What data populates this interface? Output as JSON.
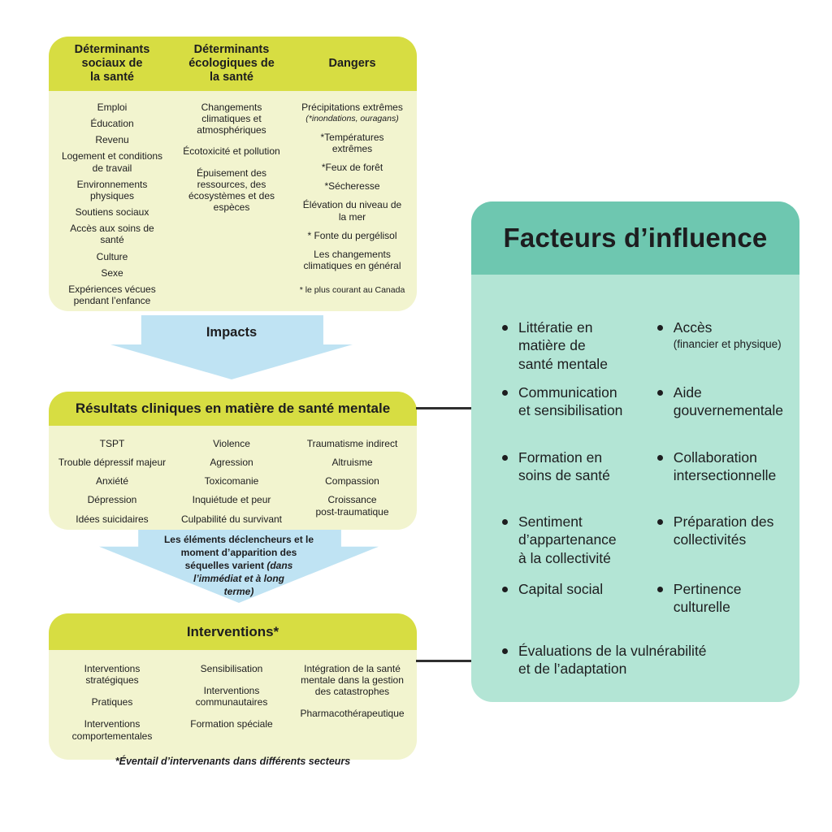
{
  "colors": {
    "chartreuse": "#d7dd42",
    "pale_yellow": "#f2f4cf",
    "light_blue": "#bfe3f3",
    "teal": "#6ec7b0",
    "light_teal": "#b3e5d5",
    "text": "#1d1d1f",
    "connector": "#2f2f2f"
  },
  "determinants": {
    "columns": [
      {
        "header": "Déterminants\nsociaux de\nla santé",
        "items": [
          {
            "text": "Emploi"
          },
          {
            "text": "Éducation"
          },
          {
            "text": "Revenu"
          },
          {
            "text": "Logement et conditions\nde travail"
          },
          {
            "text": "Environnements\nphysiques"
          },
          {
            "text": "Soutiens sociaux"
          },
          {
            "text": "Accès aux soins de\nsanté"
          },
          {
            "text": "Culture"
          },
          {
            "text": "Sexe"
          },
          {
            "text": "Expériences vécues\npendant l’enfance"
          }
        ]
      },
      {
        "header": "Déterminants\nécologiques de\nla santé",
        "items": [
          {
            "text": "Changements\nclimatiques et\natmosphériques"
          },
          {
            "text": "Écotoxicité et pollution"
          },
          {
            "text": "Épuisement des\nressources, des\nécosystèmes et des\nespèces"
          }
        ]
      },
      {
        "header": "Dangers",
        "items": [
          {
            "text": "Précipitations extrêmes",
            "note": "(*inondations, ouragans)"
          },
          {
            "text": "*Températures\nextrêmes"
          },
          {
            "text": "*Feux de forêt"
          },
          {
            "text": "*Sécheresse"
          },
          {
            "text": "Élévation du niveau de\nla mer"
          },
          {
            "text": "* Fonte du pergélisol"
          },
          {
            "text": "Les changements\nclimatiques en général"
          }
        ],
        "footnote": "* le plus courant au Canada"
      }
    ]
  },
  "impacts_arrow": {
    "label": "Impacts"
  },
  "resultats": {
    "title": "Résultats cliniques en matière de santé mentale",
    "columns": [
      {
        "items": [
          {
            "text": "TSPT"
          },
          {
            "text": "Trouble dépressif majeur"
          },
          {
            "text": "Anxiété"
          },
          {
            "text": "Dépression"
          },
          {
            "text": "Idées suicidaires"
          }
        ]
      },
      {
        "items": [
          {
            "text": "Violence"
          },
          {
            "text": "Agression"
          },
          {
            "text": "Toxicomanie"
          },
          {
            "text": "Inquiétude et peur"
          },
          {
            "text": "Culpabilité du survivant"
          }
        ]
      },
      {
        "items": [
          {
            "text": "Traumatisme indirect"
          },
          {
            "text": "Altruisme"
          },
          {
            "text": "Compassion"
          },
          {
            "text": "Croissance\npost-traumatique"
          }
        ]
      }
    ]
  },
  "declencheurs_arrow": {
    "text_bold": "Les éléments déclencheurs et le\nmoment d’apparition des\nséquelles varient ",
    "text_italic": "(dans\nl’immédiat et à long\nterme)"
  },
  "interventions": {
    "title": "Interventions*",
    "columns": [
      {
        "items": [
          {
            "text": "Interventions\nstratégiques"
          },
          {
            "text": "Pratiques"
          },
          {
            "text": "Interventions\ncomportementales"
          }
        ]
      },
      {
        "items": [
          {
            "text": "Sensibilisation"
          },
          {
            "text": "Interventions\ncommunautaires"
          },
          {
            "text": "Formation spéciale"
          }
        ]
      },
      {
        "items": [
          {
            "text": "Intégration de la santé\nmentale dans la gestion\ndes catastrophes"
          },
          {
            "text": "Pharmacothérapeutique"
          }
        ]
      }
    ],
    "footnote": "*Éventail d’intervenants dans différents secteurs"
  },
  "facteurs": {
    "title": "Facteurs d’influence",
    "left_bullets": [
      {
        "text": "Littératie en\nmatière de\nsanté mentale"
      },
      {
        "text": "Communication\net sensibilisation"
      },
      {
        "text": "Formation en\nsoins de santé"
      },
      {
        "text": "Sentiment\nd’appartenance\nà la collectivité"
      },
      {
        "text": "Capital social"
      }
    ],
    "right_bullets": [
      {
        "text": "Accès",
        "note": "(financier et physique)"
      },
      {
        "text": "Aide\ngouvernementale"
      },
      {
        "text": "Collaboration\nintersectionnelle"
      },
      {
        "text": "Préparation des\ncollectivités"
      },
      {
        "text": "Pertinence\nculturelle"
      }
    ],
    "full_bullet": {
      "text": "Évaluations de la vulnérabilité\net de l’adaptation"
    }
  }
}
